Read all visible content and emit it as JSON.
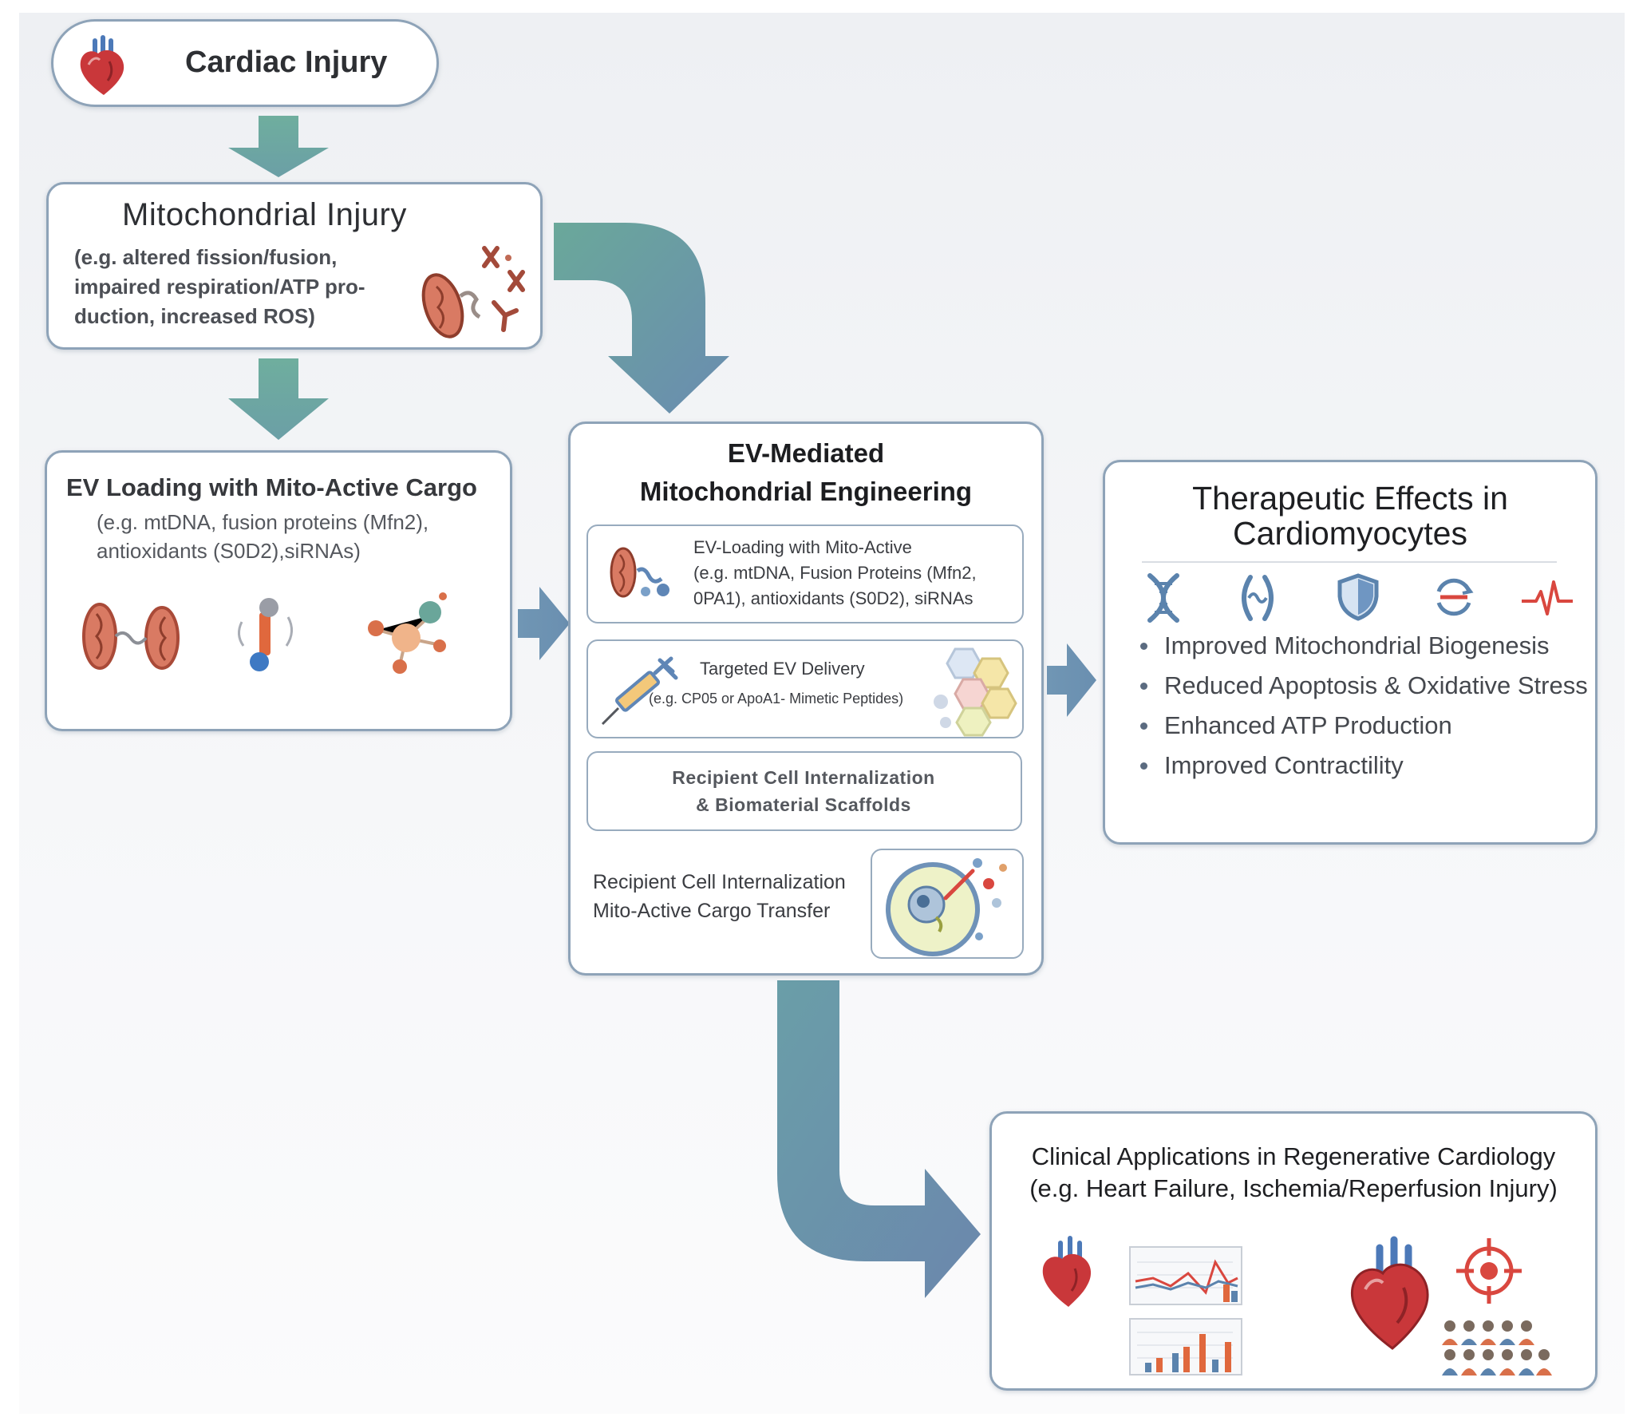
{
  "cardiac_injury": {
    "title": "Cardiac Injury",
    "icon": "heart-icon"
  },
  "mito_injury": {
    "title": "Mitochondrial Injury",
    "lines": [
      "(e.g. altered fission/fusion,",
      "impaired respiration/ATP pro-",
      "duction, increased ROS)"
    ],
    "icon": "damaged-mitochondria-icon"
  },
  "ev_loading": {
    "title": "EV Loading with Mito-Active Cargo",
    "lines": [
      "(e.g. mtDNA, fusion proteins (Mfn2),",
      "antioxidants (S0D2),siRNAs)"
    ],
    "icons": [
      "mitochondria-icon",
      "protein-icon",
      "molecule-icon"
    ]
  },
  "ev_engineering": {
    "title_lines": [
      "EV-Mediated",
      "Mitochondrial Engineering"
    ],
    "step1": {
      "title": "EV-Loading with Mito-Active",
      "lines": [
        "(e.g. mtDNA, Fusion Proteins (Mfn2,",
        "0PA1), antioxidants (S0D2), siRNAs"
      ]
    },
    "step2": {
      "title": "Targeted EV Delivery",
      "detail": "(e.g. CP05 or ApoA1- Mimetic Peptides)"
    },
    "step3": {
      "lines": [
        "Recipient Cell Internalization",
        "& Biomaterial Scaffolds"
      ]
    },
    "step4": {
      "lines": [
        "Recipient Cell Internalization",
        "Mito-Active Cargo Transfer"
      ]
    }
  },
  "therapeutic": {
    "title_lines": [
      "Therapeutic Effects in",
      "Cardiomyocytes"
    ],
    "icons": [
      "dna-icon",
      "mitochondria-icon",
      "shield-icon",
      "atp-cycle-icon",
      "heartbeat-icon"
    ],
    "bullets": [
      "Improved Mitochondrial Biogenesis",
      "Reduced Apoptosis & Oxidative Stress",
      "Enhanced ATP Production",
      "Improved Contractility"
    ]
  },
  "clinical": {
    "title_lines": [
      "Clinical Applications in Regenerative Cardiology",
      "(e.g. Heart Failure, Ischemia/Reperfusion Injury)"
    ],
    "icons": [
      "heart-icon",
      "line-chart-icon",
      "bar-chart-icon",
      "large-heart-icon",
      "target-icon",
      "patients-icon"
    ]
  },
  "colors": {
    "teal_arrow": "#6aa698",
    "blue_arrow": "#6f8fb0",
    "box_border": "#8ea3b8"
  }
}
